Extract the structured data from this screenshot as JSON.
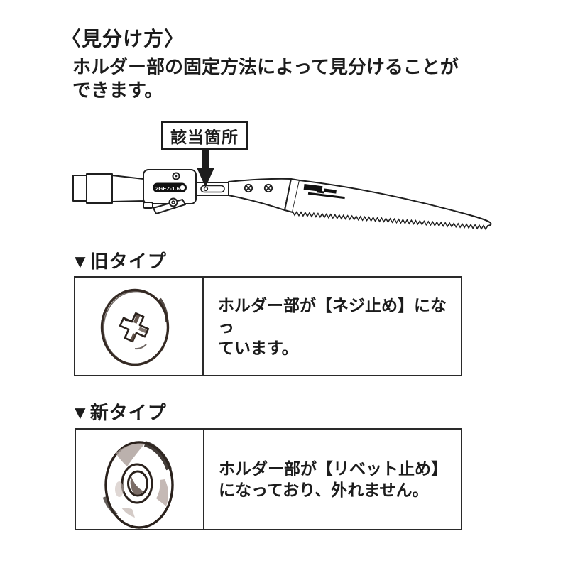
{
  "page": {
    "background": "#ffffff",
    "ink": "#1c1c1c"
  },
  "header": {
    "title": "〈見分け方〉",
    "desc_line1": "ホルダー部の固定方法によって見分けることが",
    "desc_line2": "できます。"
  },
  "diagram": {
    "callout_label": "該当箇所",
    "saw_badge_text": "2GEZ-1.6"
  },
  "sections": [
    {
      "heading": "▼旧タイプ",
      "image": "phillips-screw-head",
      "desc_line1": "ホルダー部が【ネジ止め】になっ",
      "desc_line2": "ています。"
    },
    {
      "heading": "▼新タイプ",
      "image": "rivet-head",
      "desc_line1": "ホルダー部が【リベット止め】",
      "desc_line2": "になっており、外れません。"
    }
  ]
}
